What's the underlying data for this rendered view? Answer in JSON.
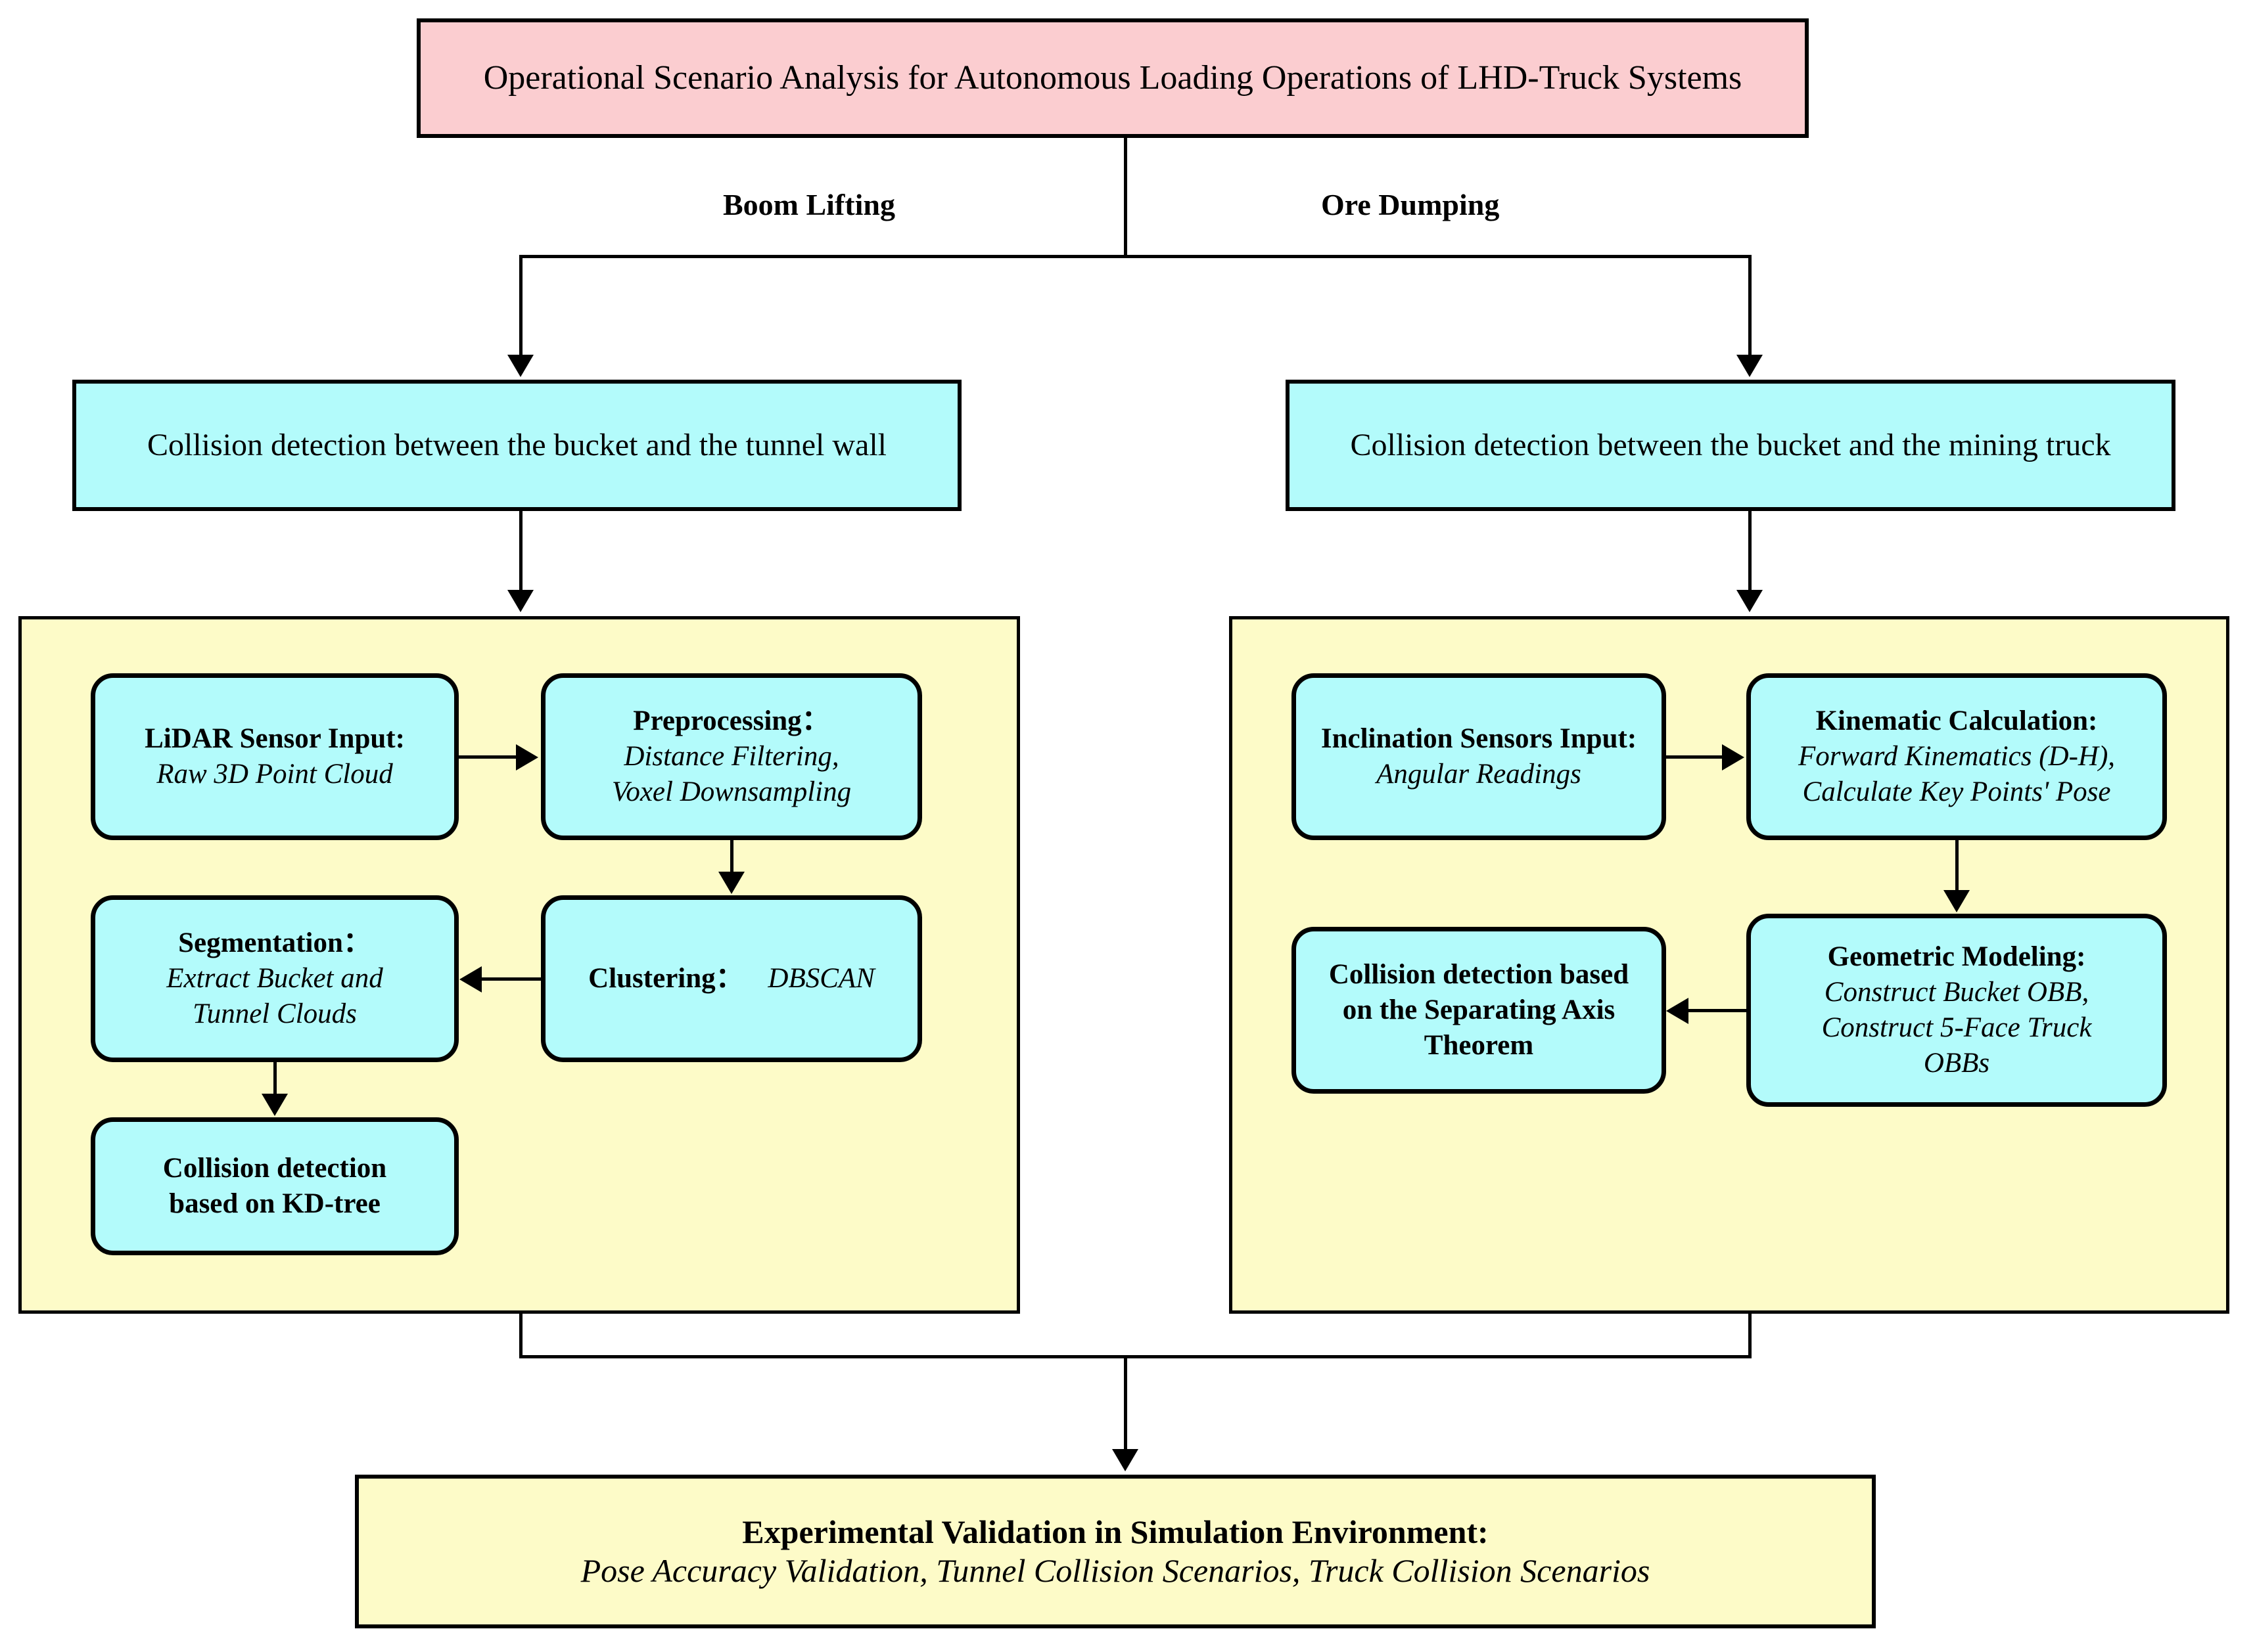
{
  "title": {
    "text": "Operational Scenario Analysis for Autonomous Loading Operations of LHD-Truck Systems",
    "fill": "#fbcdd0"
  },
  "branches": {
    "left_label": "Boom Lifting",
    "right_label": "Ore Dumping"
  },
  "scenarios": {
    "left": "Collision detection between the bucket and the tunnel wall",
    "right": "Collision detection between the bucket and the mining truck",
    "fill": "#b3fbfb"
  },
  "left_pipeline": {
    "fill": "#fdfbc8",
    "nodes": {
      "lidar": {
        "header": "LiDAR Sensor Input:",
        "body_line1": "Raw 3D Point Cloud"
      },
      "preprocessing": {
        "header": "Preprocessing：",
        "body_line1": "Distance Filtering,",
        "body_line2": "Voxel Downsampling"
      },
      "segmentation": {
        "header": "Segmentation：",
        "body_line1": "Extract Bucket and",
        "body_line2": "Tunnel Clouds"
      },
      "clustering": {
        "header": "Clustering：",
        "body_line1": "DBSCAN"
      },
      "kdtree": {
        "header_line1": "Collision detection",
        "header_line2": "based on KD-tree"
      }
    }
  },
  "right_pipeline": {
    "fill": "#fdfbc8",
    "nodes": {
      "inclination": {
        "header": "Inclination Sensors Input:",
        "body_line1": "Angular Readings"
      },
      "kinematic": {
        "header": "Kinematic Calculation:",
        "body_line1": "Forward Kinematics (D-H),",
        "body_line2": "Calculate Key Points' Pose"
      },
      "sat": {
        "header_line1": "Collision detection based",
        "header_line2": "on the Separating Axis",
        "header_line3": "Theorem"
      },
      "geometric": {
        "header": "Geometric Modeling:",
        "body_line1": "Construct Bucket OBB,",
        "body_line2": "Construct 5-Face Truck",
        "body_line3": "OBBs"
      }
    }
  },
  "validation": {
    "header": "Experimental Validation in Simulation Environment:",
    "body": "Pose Accuracy Validation, Tunnel Collision Scenarios, Truck Collision Scenarios",
    "fill": "#fdfbc8"
  }
}
